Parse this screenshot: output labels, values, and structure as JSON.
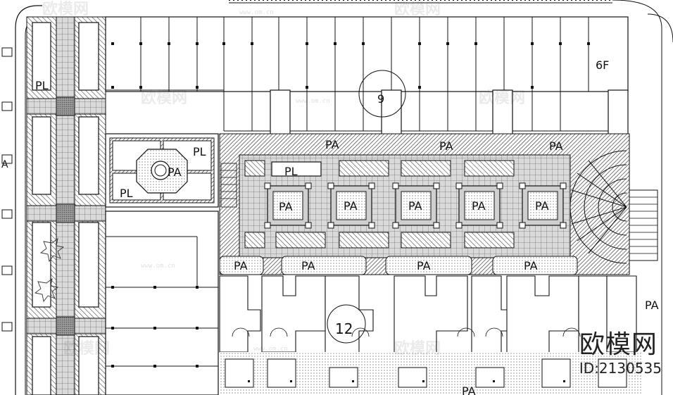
{
  "labels": {
    "pl_1": "PL",
    "pl_2": "PL",
    "pl_3": "PL",
    "pl_4": "PL",
    "pa_1": "PA",
    "pa_2": "PA",
    "pa_3": "PA",
    "pa_4": "PA",
    "pa_5": "PA",
    "pa_6": "PA",
    "pa_7": "PA",
    "pa_8": "PA",
    "pa_9": "PA",
    "pa_10": "PA",
    "pa_11": "PA",
    "pa_12": "PA",
    "pa_13": "PA",
    "pa_14": "PA",
    "pa_15": "PA",
    "floor": "6F",
    "building_9": "9",
    "building_12": "12",
    "a_edge": "A"
  },
  "watermark": {
    "brand": "欧模网",
    "site": "www.om.cn",
    "id": "ID:2130535"
  },
  "colors": {
    "line": "#111111",
    "paving": "#6e6e6e",
    "hatch": "#555555",
    "dot": "#9a9a9a"
  }
}
